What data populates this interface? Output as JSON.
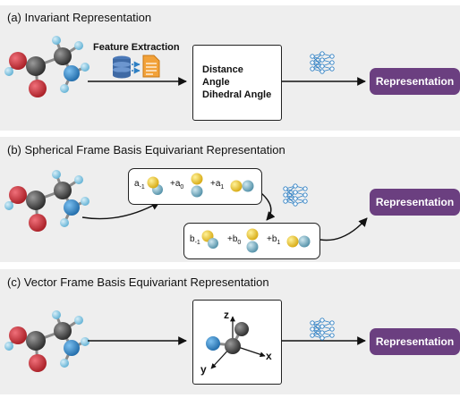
{
  "panels": [
    {
      "title": "(a) Invariant Representation"
    },
    {
      "title": "(b) Spherical Frame Basis Equivariant Representation"
    },
    {
      "title": "(c) Vector Frame Basis Equivariant Representation"
    }
  ],
  "feature_extraction": "Feature Extraction",
  "invariant_features": [
    "Distance",
    "Angle",
    "Dihedral Angle"
  ],
  "output_label": "Representation",
  "spherical": {
    "a_plus": "+",
    "b_plus": "+",
    "a": [
      {
        "base": "a",
        "sub": "-1"
      },
      {
        "base": "a",
        "sub": "0"
      },
      {
        "base": "a",
        "sub": "1"
      }
    ],
    "b": [
      {
        "base": "b",
        "sub": "-1"
      },
      {
        "base": "b",
        "sub": "0"
      },
      {
        "base": "b",
        "sub": "1"
      }
    ]
  },
  "vector_axes": {
    "z": "z",
    "x": "x",
    "y": "y"
  },
  "colors": {
    "panel_bg": "#eeeeee",
    "representation": "#6b3f80",
    "atom_carbon": "#3a3a3a",
    "atom_oxygen": "#c0262d",
    "atom_nitrogen": "#2d7fc4",
    "atom_hydrogen": "#7ec4e0",
    "orbital_yellow": "#ecc62b",
    "orbital_teal": "#6fa8bd"
  },
  "icons": [
    "molecule-icon",
    "database-icon",
    "document-icon",
    "neural-network-icon"
  ]
}
